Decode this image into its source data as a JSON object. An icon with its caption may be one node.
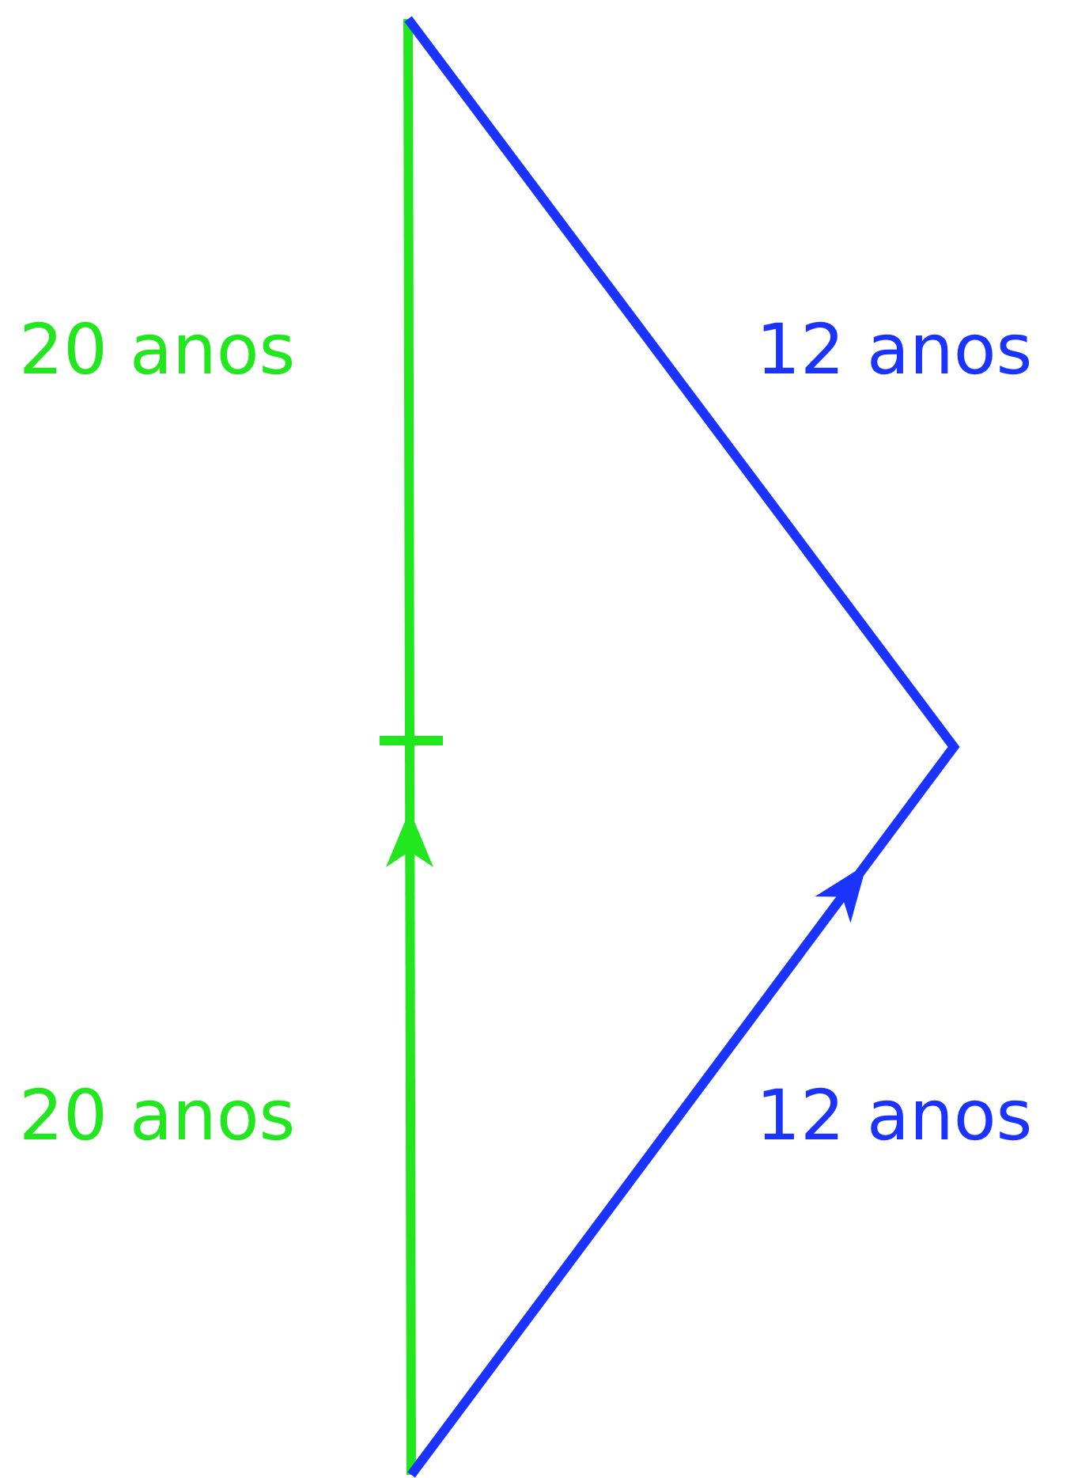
{
  "diagram": {
    "labels": [
      "20 anos",
      "12 anos",
      "20 anos",
      "12 anos"
    ]
  }
}
